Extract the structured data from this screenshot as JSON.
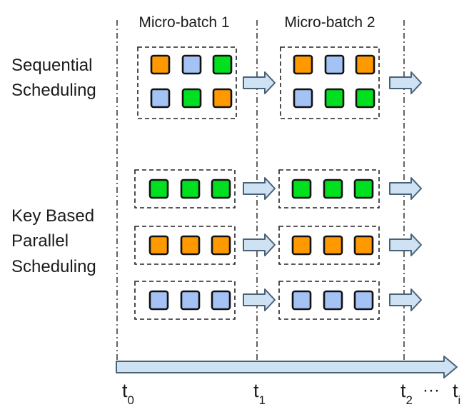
{
  "header_labels": [
    "Micro-batch 1",
    "Micro-batch 2"
  ],
  "row_labels": {
    "sequential": [
      "Sequential",
      "Scheduling"
    ],
    "key_based": [
      "Key Based",
      "Parallel",
      "Scheduling"
    ]
  },
  "time_labels": [
    {
      "base": "t",
      "sub": "0"
    },
    {
      "base": "t",
      "sub": "1"
    },
    {
      "base": "t",
      "sub": "2"
    },
    {
      "base": "t",
      "sub": "i"
    }
  ],
  "ellipsis": "···",
  "colors": {
    "orange": "#ff9900",
    "blue": "#a4c2f4",
    "green": "#00e020",
    "arrow_fill": "#cfe2f3",
    "arrow_stroke": "#4a6278",
    "outline": "#111111"
  },
  "sequential_groups": [
    {
      "rows": [
        [
          "orange",
          "blue",
          "green"
        ],
        [
          "blue",
          "green",
          "orange"
        ]
      ]
    },
    {
      "rows": [
        [
          "orange",
          "blue",
          "orange"
        ],
        [
          "blue",
          "green",
          "green"
        ]
      ]
    }
  ],
  "parallel_rows": [
    {
      "color": "green"
    },
    {
      "color": "orange"
    },
    {
      "color": "blue"
    }
  ]
}
